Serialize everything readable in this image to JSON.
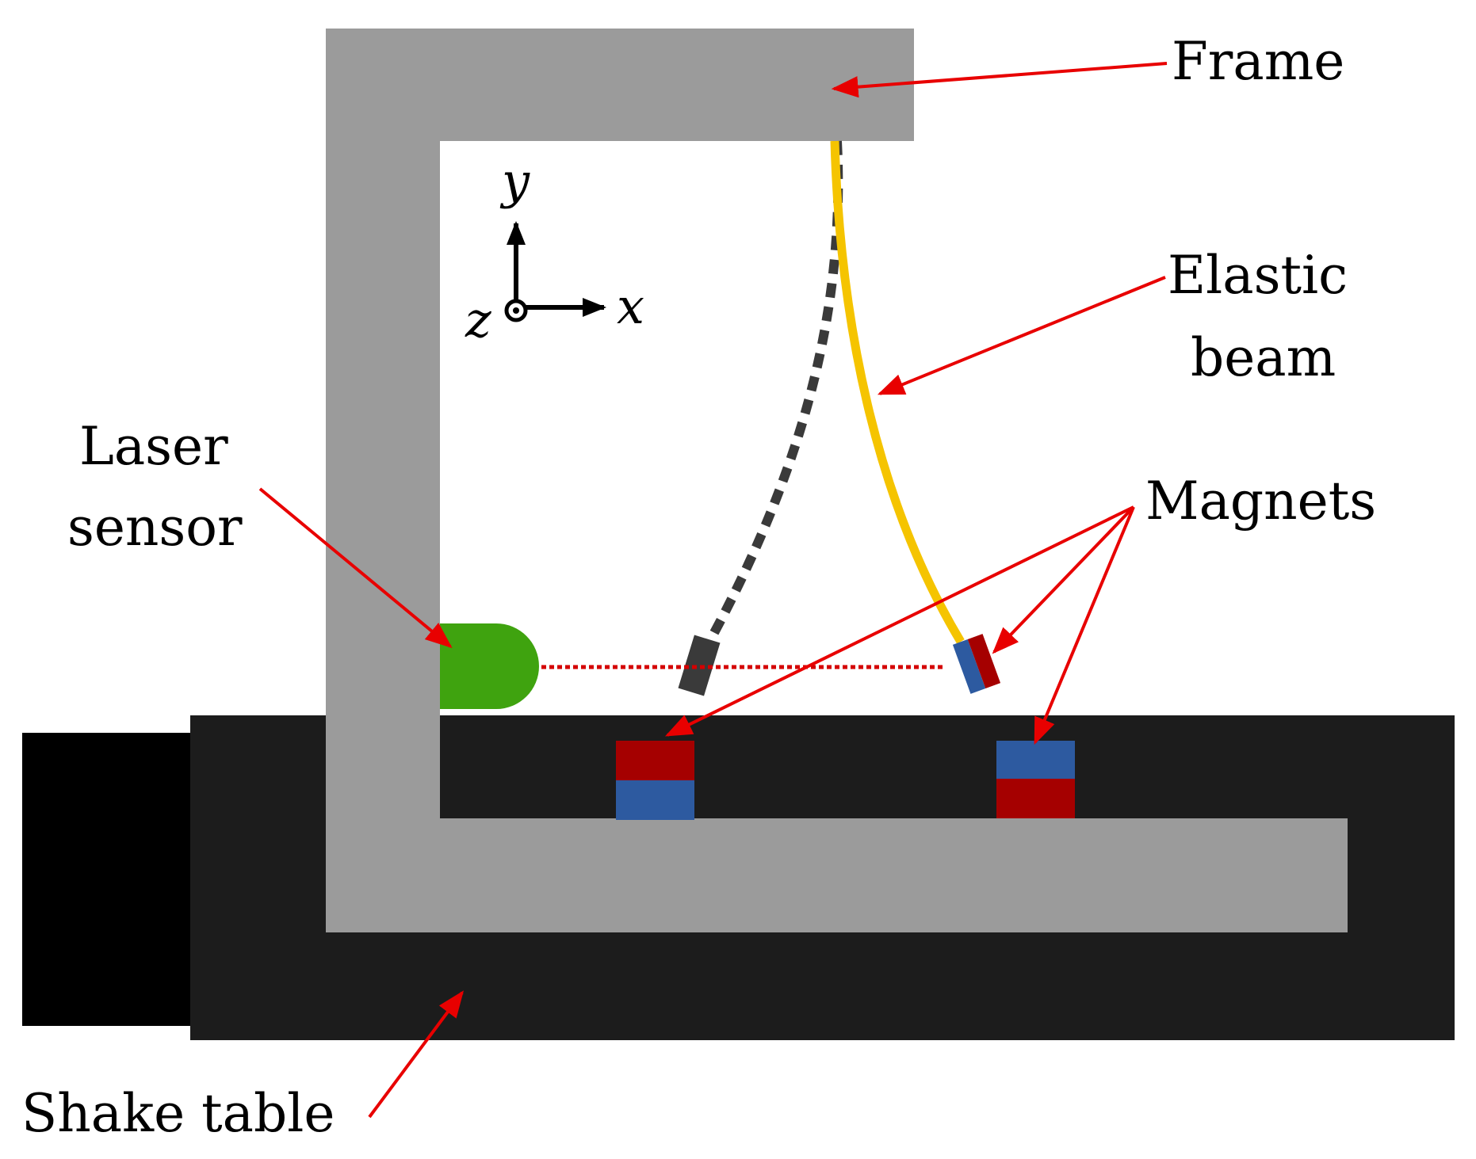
{
  "labels": {
    "frame": "Frame",
    "elastic_beam_line1": "Elastic",
    "elastic_beam_line2": "beam",
    "laser_sensor_line1": "Laser",
    "laser_sensor_line2": "sensor",
    "magnets": "Magnets",
    "shake_table": "Shake table"
  },
  "axes": {
    "x": "x",
    "y": "y",
    "z": "z"
  },
  "colors": {
    "frame": "#9b9b9b",
    "shake_table": "#1c1c1c",
    "actuator": "#000000",
    "beam": "#f5c400",
    "beam_rest": "#3a3a3a",
    "laser_sensor": "#3fa30f",
    "laser_beam": "#d40000",
    "magnet_north": "#a50000",
    "magnet_south": "#2d5aa0",
    "arrow": "#e80000"
  }
}
